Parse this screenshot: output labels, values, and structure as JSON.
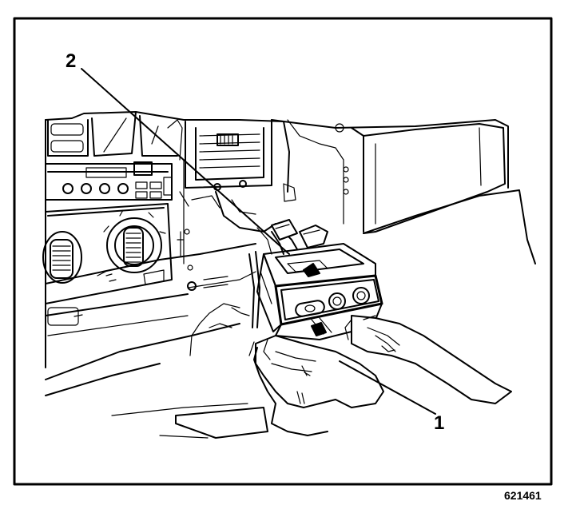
{
  "callouts": [
    {
      "number": "1",
      "part": "switch-assembly"
    },
    {
      "number": "2",
      "part": "electrical-connector"
    }
  ],
  "figure_id": "621461"
}
